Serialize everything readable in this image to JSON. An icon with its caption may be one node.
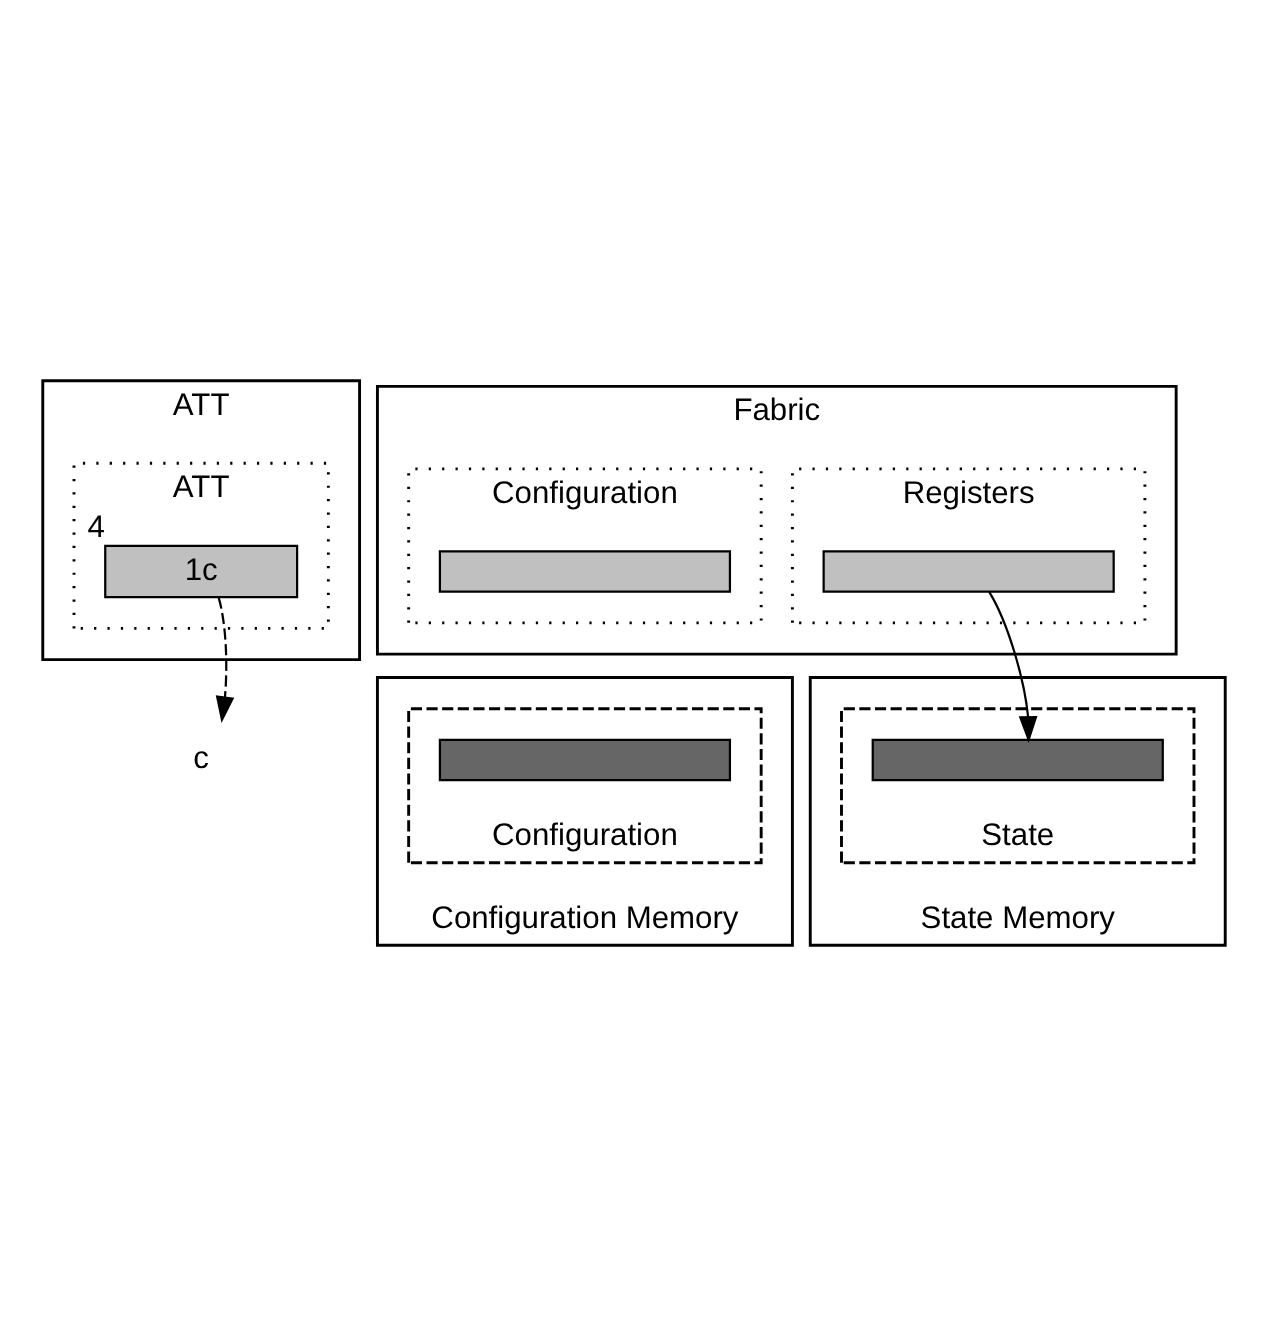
{
  "diagram": {
    "nodes": [
      {
        "text": [
          "ATT"
        ]
      },
      {
        "text": [
          "ATT"
        ],
        "in": 0
      },
      {
        "text": [
          "1c"
        ],
        "in": 1,
        "beside": [
          "4"
        ]
      },
      {
        "text": [
          "Fabric"
        ]
      },
      {
        "text": [
          "Configuration"
        ],
        "in": 3
      },
      {
        "text": [],
        "shape": "bar",
        "in": 4
      },
      {
        "text": [
          "Registers"
        ],
        "in": 3
      },
      {
        "text": [],
        "shape": "bar",
        "in": 6
      },
      {
        "text": [
          "c"
        ]
      },
      {
        "text": [
          "Configuration Memory"
        ]
      },
      {
        "text": [
          "Configuration"
        ],
        "in": 9
      },
      {
        "text": [],
        "shape": "bar",
        "in": 10
      },
      {
        "text": [
          "State Memory"
        ]
      },
      {
        "text": [
          "State"
        ],
        "in": 12
      },
      {
        "text": [],
        "shape": "bar",
        "in": 13
      }
    ],
    "edges": [
      {
        "from": 2,
        "to": 8,
        "arrow": "to",
        "style": "dashed"
      },
      {
        "from": 7,
        "to": 14,
        "arrow": "to"
      }
    ]
  }
}
